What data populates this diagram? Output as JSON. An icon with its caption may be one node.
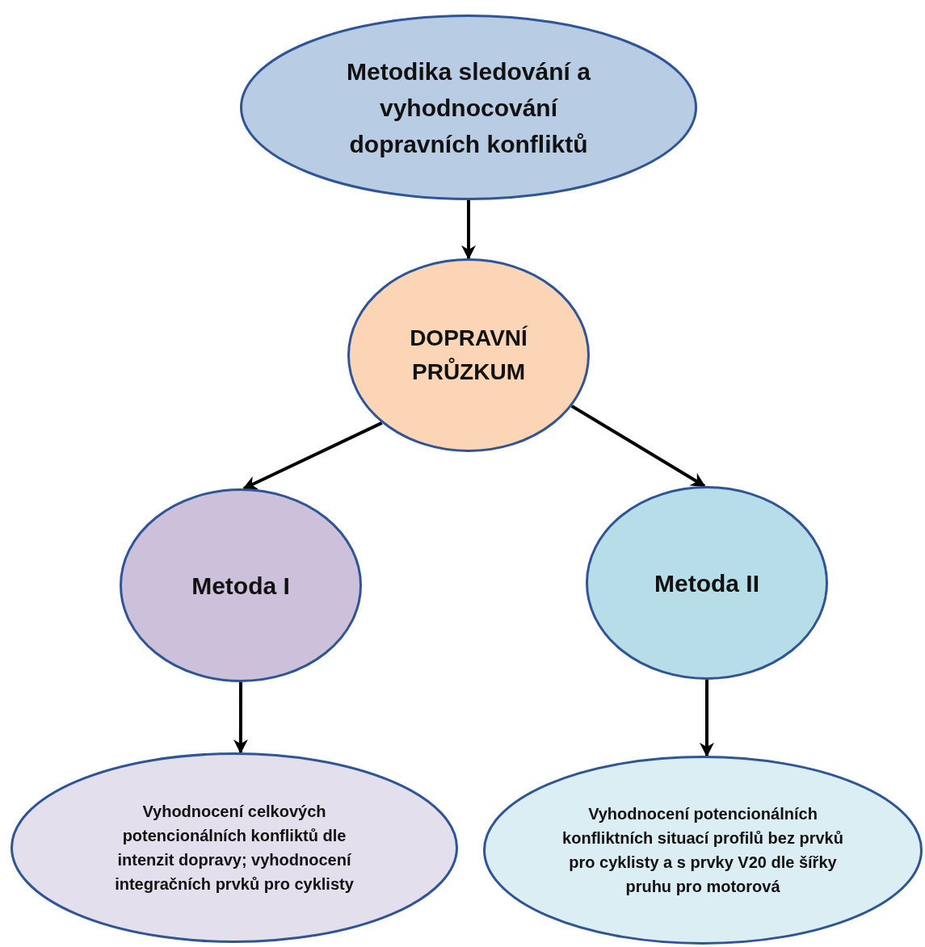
{
  "diagram": {
    "nodes": [
      {
        "text": [
          "Metodika sledování a vyhodnocování dopravních konfliktů"
        ]
      },
      {
        "text": [
          "DOPRAVNÍ PRŮZKUM"
        ]
      },
      {
        "text": [
          "Metoda I"
        ]
      },
      {
        "text": [
          "Metoda II"
        ]
      },
      {
        "text": [
          "Vyhodnocení celkových potencionálních konfliktů dle intenzit dopravy; vyhodnocení integračních prvků pro cyklisty"
        ]
      },
      {
        "text": [
          "Vyhodnocení potencionálních konfliktních situací profilů bez prvků pro cyklisty a s prvky V20 dle šířky pruhu pro motorová"
        ]
      }
    ],
    "edges": [
      {
        "from": 0,
        "to": 1,
        "arrow": "to"
      },
      {
        "from": 1,
        "to": 2,
        "arrow": "to"
      },
      {
        "from": 1,
        "to": 3,
        "arrow": "to"
      },
      {
        "from": 2,
        "to": 4,
        "arrow": "to"
      },
      {
        "from": 3,
        "to": 5,
        "arrow": "to"
      }
    ]
  }
}
